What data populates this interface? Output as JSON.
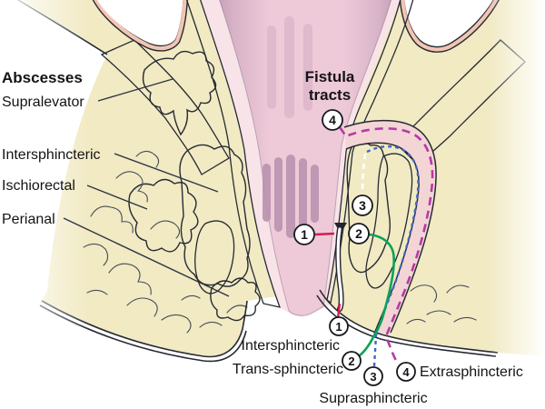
{
  "figure": {
    "description": "Coronal section diagram of the anorectum showing abscess locations (left) and fistula tract types (right)"
  },
  "abscesses": {
    "heading": "Abscesses",
    "items": [
      {
        "label": "Supralevator"
      },
      {
        "label": "Intersphincteric"
      },
      {
        "label": "Ischiorectal"
      },
      {
        "label": "Perianal"
      }
    ]
  },
  "fistula_tracts": {
    "heading_line1": "Fistula",
    "heading_line2": "tracts",
    "items": [
      {
        "num": "1",
        "label": "Intersphincteric",
        "color": "#d81b4f",
        "style": "solid-red"
      },
      {
        "num": "2",
        "label": "Trans-sphincteric",
        "color": "#0da258",
        "style": "solid-green"
      },
      {
        "num": "3",
        "label": "Suprasphincteric",
        "color": "#4166cc",
        "style": "dotted-blue"
      },
      {
        "num": "4",
        "label": "Extrasphincteric",
        "color": "#b63aa4",
        "style": "dashed-magenta"
      }
    ],
    "tract_white_dash_color": "#ffffff"
  },
  "colors": {
    "fat": "#f1eac3",
    "muscle": "#dfa28c",
    "rectal_wall": "#eab1a3",
    "mucosa": "#f8e3e8",
    "lumen_edge": "#c6a2ba",
    "lumen_center": "#eec9d8",
    "anal_columns": "#bb93b0",
    "abscess_dark": "#3c2b27",
    "abscess_highlight": "#8d6d5f",
    "peritoneum": "#f2c5b3",
    "fistula_tube": "#f3d5d6",
    "outline": "#262a33"
  }
}
